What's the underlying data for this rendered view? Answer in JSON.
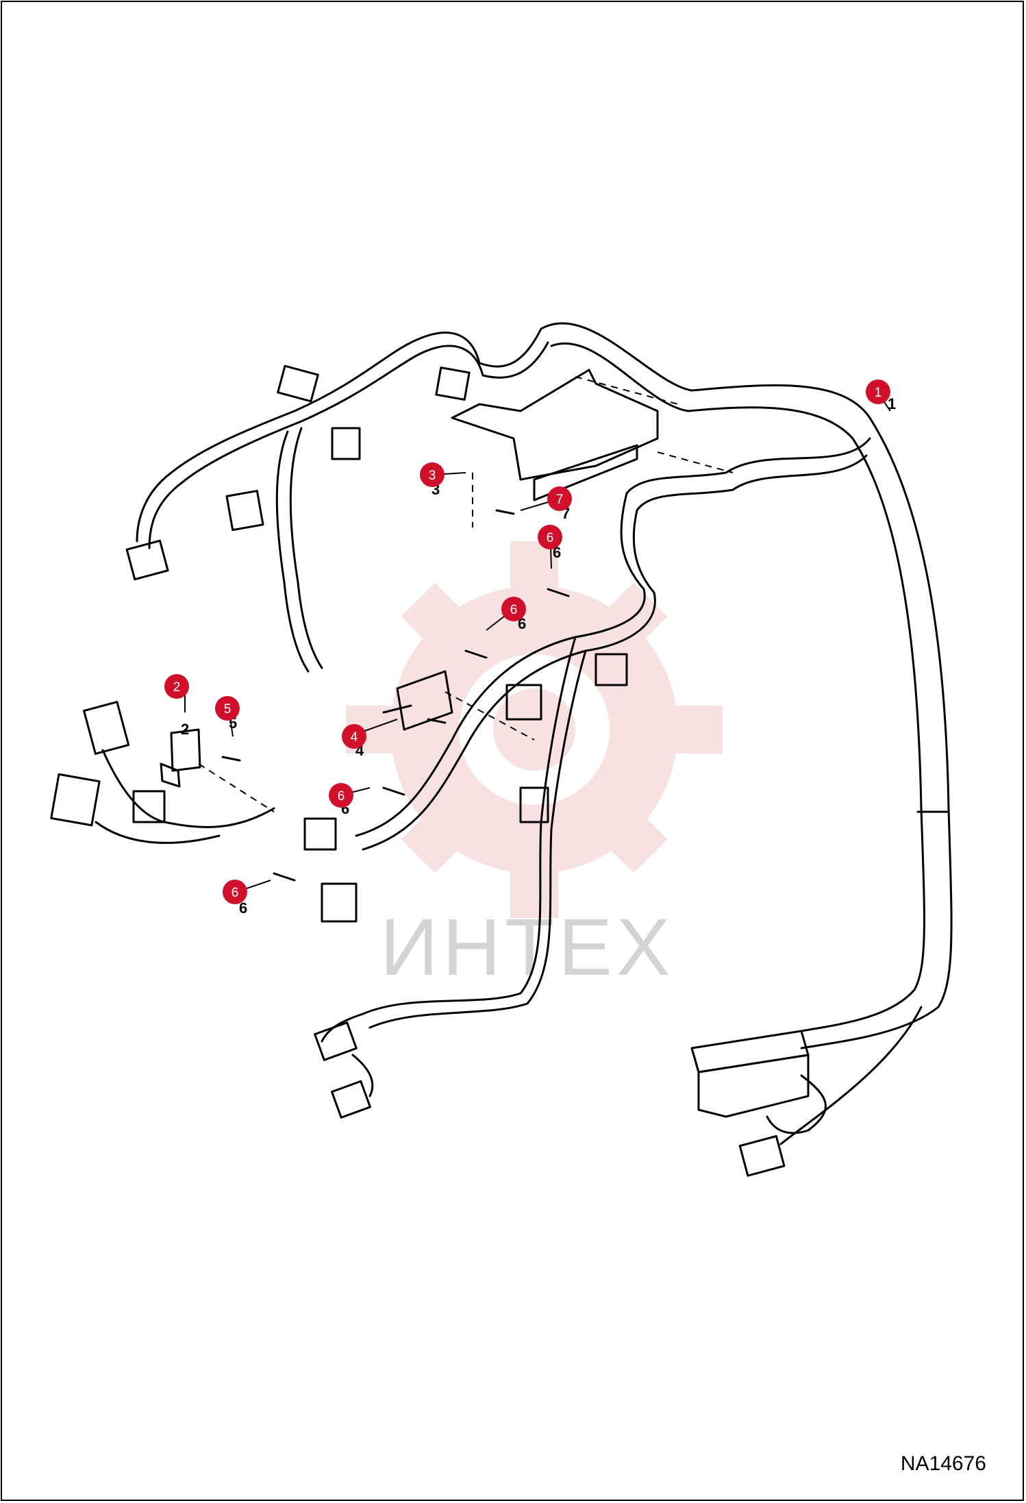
{
  "figure_id": "NA14676",
  "watermark": {
    "text": "ИНТЕХ",
    "color": "#f4c9c9"
  },
  "callout_color": "#d0102a",
  "callouts": [
    {
      "number": "1",
      "part_label": "1"
    },
    {
      "number": "2",
      "part_label": "2"
    },
    {
      "number": "3",
      "part_label": "3"
    },
    {
      "number": "4",
      "part_label": "4"
    },
    {
      "number": "5",
      "part_label": "5"
    },
    {
      "number": "6",
      "part_label": "6"
    },
    {
      "number": "6",
      "part_label": "6"
    },
    {
      "number": "6",
      "part_label": "6"
    },
    {
      "number": "6",
      "part_label": "6"
    },
    {
      "number": "7",
      "part_label": "7"
    }
  ]
}
